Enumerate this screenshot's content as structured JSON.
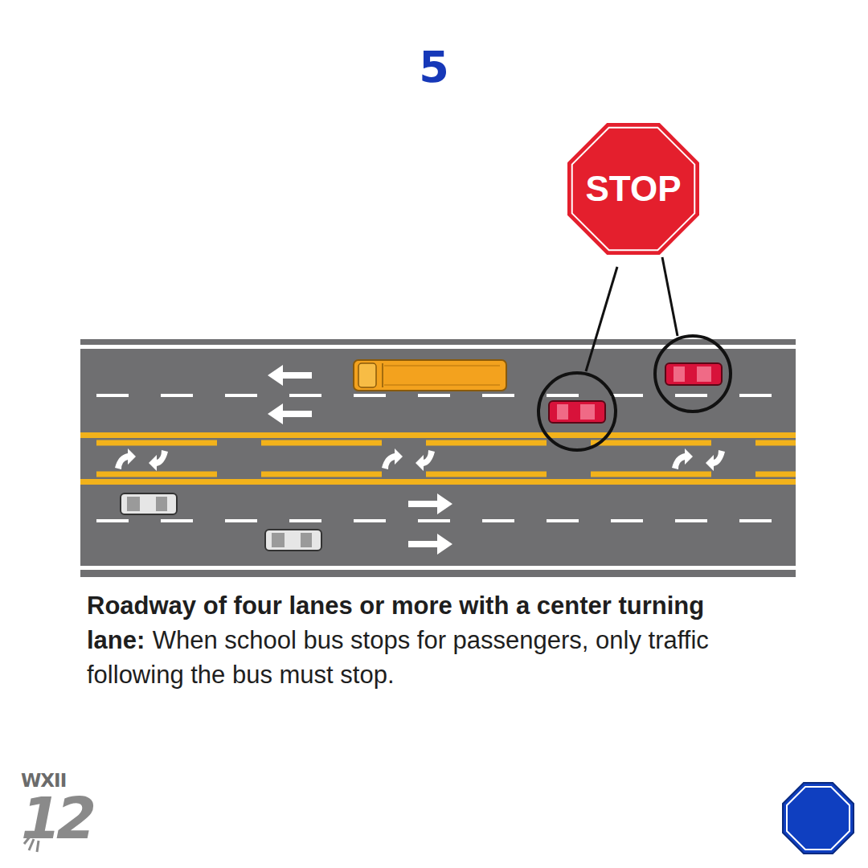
{
  "diagram": {
    "title": "5",
    "nodes": [
      {
        "text": [
          "STOP"
        ]
      }
    ],
    "labels": [
      "Roadway of four lanes or more with a center turning lane:",
      "When school bus stops for passengers, only traffic following the bus must stop.",
      "WXII",
      "12"
    ]
  }
}
